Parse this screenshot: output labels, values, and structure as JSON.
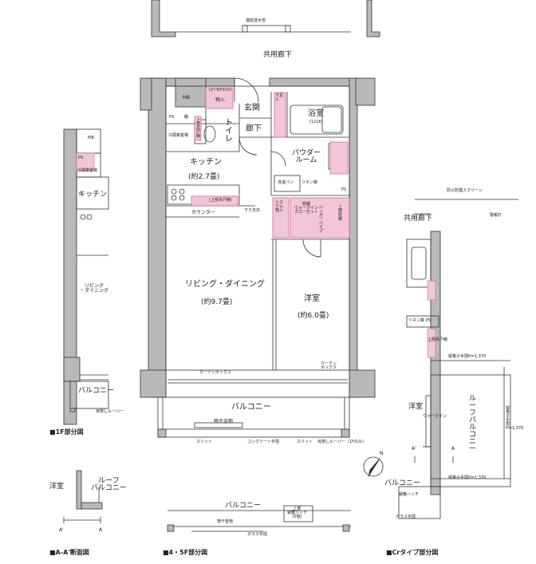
{
  "colors": {
    "wall": "#b9b9b9",
    "storage": "#f2c6d8",
    "storage_edge": "#d56a98",
    "line": "#333333"
  },
  "main_plan": {
    "corridor": "共用廊下",
    "pipe_space_top": "連結送水管",
    "mb": "MB",
    "storage_entrance": "物入",
    "note_floors": "(2～6Fのみ)",
    "shoes": "下足入",
    "entrance": "玄関",
    "toilet": "トイレ",
    "hallway": "廊下",
    "bath": "浴室",
    "bath_size": "(1216)",
    "powder_room": "パウダー\nルーム",
    "washer": "洗濯パン",
    "linen": "リネン庫",
    "ps": "PS",
    "kitchen": "キッチン",
    "kitchen_size": "(約2.7畳)",
    "fridge": "冷蔵庫置場",
    "shelf": "棚",
    "upper_storage": "上部吊戸棚",
    "upper_storage2": "(上部吊戸棚)",
    "counter": "カウンター",
    "drop_ceiling": "下り天井",
    "system_storage": "システム物入",
    "walk_in": "枕棚\nウォークイン\nクローゼット",
    "hanger": "ハンガーパイプ",
    "upper_cabinet": "上部枕棚",
    "ldk": "リビング・ダイニング",
    "ldk_size": "(約9.7畳)",
    "bedroom": "洋室",
    "bedroom_size": "(約6.0畳)",
    "curtain_box": "カーテンボックス",
    "curtain_box2": "カーテン\nボックス",
    "balcony": "バルコニー",
    "drying_hardware": "物干金物",
    "slit": "スリット",
    "concrete_rail": "コンクリート手摺",
    "slit2": "スリット",
    "louver": "目隠しルーバー（1Fのみ）"
  },
  "first_floor": {
    "caption": "■1F部分図",
    "mb": "MB",
    "ps": "PS",
    "fridge": "冷蔵庫置場",
    "kitchen": "キッチン",
    "ldk": "リビング\n・ダイニング",
    "balcony": "バルコニー",
    "louver": "目隠しルーバー"
  },
  "section_aa": {
    "caption": "■A-A'断面図",
    "room": "洋室",
    "roof_balcony": "ルーフ\nバルコニー",
    "a_prime": "A'",
    "a": "A"
  },
  "floor_45": {
    "caption": "■4・5F部分図",
    "balcony": "バルコニー",
    "hatch": "上部\n避難ハッチ\n(5階)",
    "drying_hardware": "物干金物",
    "glass_rail": "ガラス手摺"
  },
  "cr_type": {
    "caption": "■Crタイプ部分図",
    "screen": "防火防煙スクリーン",
    "corridor": "共用廊下",
    "linen": "リネン庫",
    "ps": "PS",
    "upper_storage": "上部吊戸棚",
    "bedroom": "洋室",
    "storage": "ウォークイン",
    "roof_balcony": "ルーフバルコニー",
    "rail_top": "縦格子手摺H=1,370",
    "rail_side": "縦格子手摺H=1,370",
    "rail_bottom": "縦格子手摺H=1,370",
    "a_prime": "A'",
    "a": "A",
    "balcony": "バルコニー",
    "hatch": "避難ハッチ",
    "glass_rail": "ガラス手摺",
    "light": "警報灯"
  },
  "compass_label": "N"
}
